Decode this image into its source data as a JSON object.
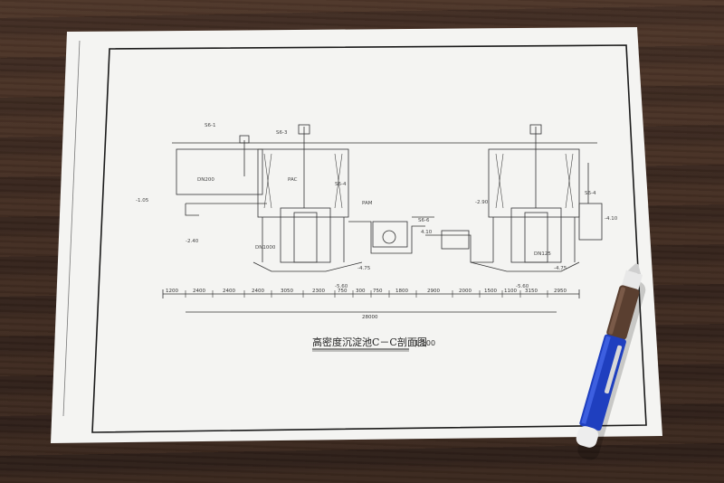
{
  "drawing": {
    "title": "高密度沉淀池C－C剖面图",
    "scale": "1:100",
    "total_dimension": "28000",
    "dimensions": [
      "1200",
      "2400",
      "2400",
      "2400",
      "3050",
      "2300",
      "750",
      "300",
      "750",
      "1800",
      "2900",
      "2000",
      "1500",
      "1100",
      "3150",
      "2950"
    ],
    "elevation_labels": [
      "-2.40",
      "-1.05",
      "-5.60",
      "-4.75",
      "-5.60",
      "-4.75",
      "-2.90",
      "-4.10",
      "4.10"
    ],
    "equipment_labels": [
      "S6-1",
      "S6-3",
      "S6-4",
      "S6-6",
      "S6-4",
      "DN200",
      "DN1000",
      "DN125",
      "PAM",
      "PAC"
    ]
  }
}
